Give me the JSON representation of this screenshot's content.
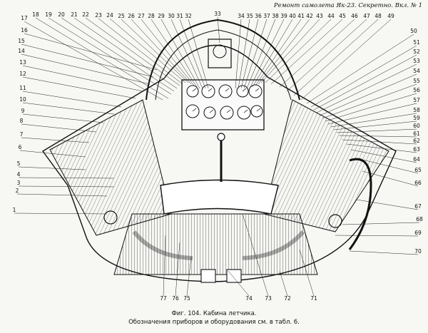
{
  "header": {
    "text": "Ремонт самолета Як-23. Секретно. Вкл. № 1"
  },
  "caption": {
    "line1": "Фиг. 104. Кабина летчика.",
    "line2": "Обозначения приборов и оборудования см. в табл. 6."
  },
  "callouts": [
    "1",
    "2",
    "3",
    "4",
    "5",
    "6",
    "7",
    "8",
    "9",
    "10",
    "11",
    "12",
    "13",
    "14",
    "15",
    "16",
    "17",
    "18",
    "19",
    "20",
    "21",
    "22",
    "23",
    "24",
    "25",
    "26",
    "27",
    "28",
    "29",
    "30",
    "31",
    "32",
    "33",
    "34",
    "35",
    "36",
    "37",
    "38",
    "39",
    "40",
    "41",
    "42",
    "43",
    "44",
    "45",
    "46",
    "47",
    "48",
    "49",
    "50",
    "51",
    "52",
    "53",
    "54",
    "55",
    "56",
    "57",
    "58",
    "59",
    "60",
    "61",
    "62",
    "63",
    "64",
    "65",
    "66",
    "67",
    "68",
    "69",
    "70",
    "71",
    "72",
    "73",
    "74",
    "75",
    "76",
    "77"
  ]
}
